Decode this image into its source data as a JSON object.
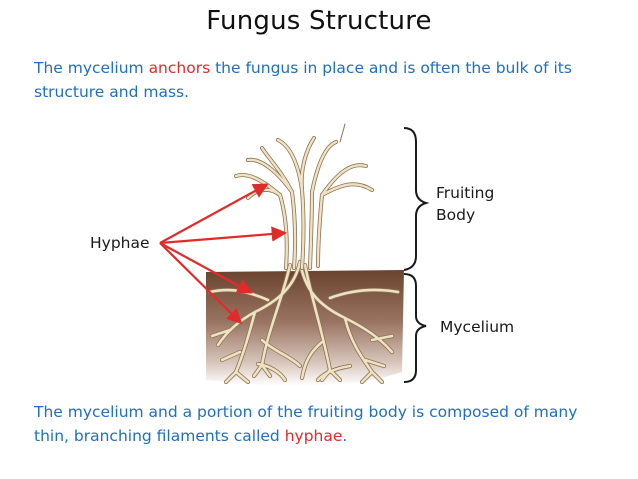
{
  "title": "Fungus Structure",
  "intro": {
    "part1": "The mycelium ",
    "highlight": "anchors",
    "part2": " the fungus in place and is often the bulk of its structure and mass."
  },
  "outro": {
    "part1": "The mycelium and a portion of the fruiting body is composed of many thin, branching filaments called ",
    "highlight": "hyphae",
    "part2": "."
  },
  "labels": {
    "hyphae": "Hyphae",
    "fruiting_body_line1": "Fruiting",
    "fruiting_body_line2": "Body",
    "mycelium": "Mycelium"
  },
  "colors": {
    "text_blue": "#1f6fc0",
    "highlight_red": "#e02b2b",
    "arrow_red": "#e02b2b",
    "soil_brown": "#7a4e35",
    "hyphae_tan": "#efe2c4",
    "hyphae_outline": "#8a7452"
  }
}
